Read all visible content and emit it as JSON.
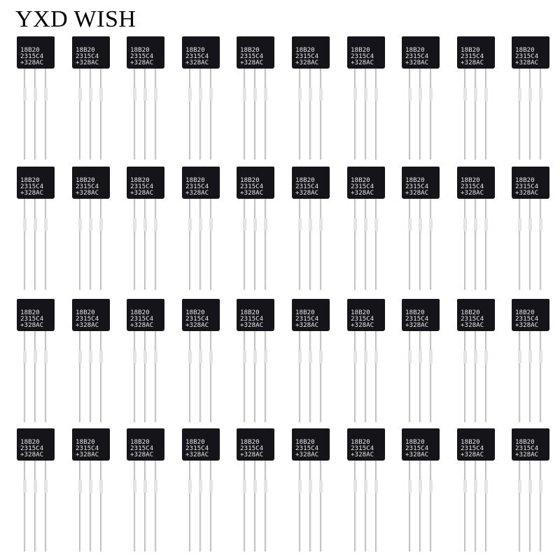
{
  "watermark": "YXD WISH",
  "component": {
    "name": "transistor-package",
    "marking": [
      "18B20",
      "2315C4",
      "+328AC"
    ]
  },
  "grid": {
    "rows": 4,
    "columns": 10
  },
  "colors": {
    "body": "#14141a",
    "leads": "#d3d3d3",
    "marking_text": "#e8e8e8",
    "background": "#ffffff"
  }
}
